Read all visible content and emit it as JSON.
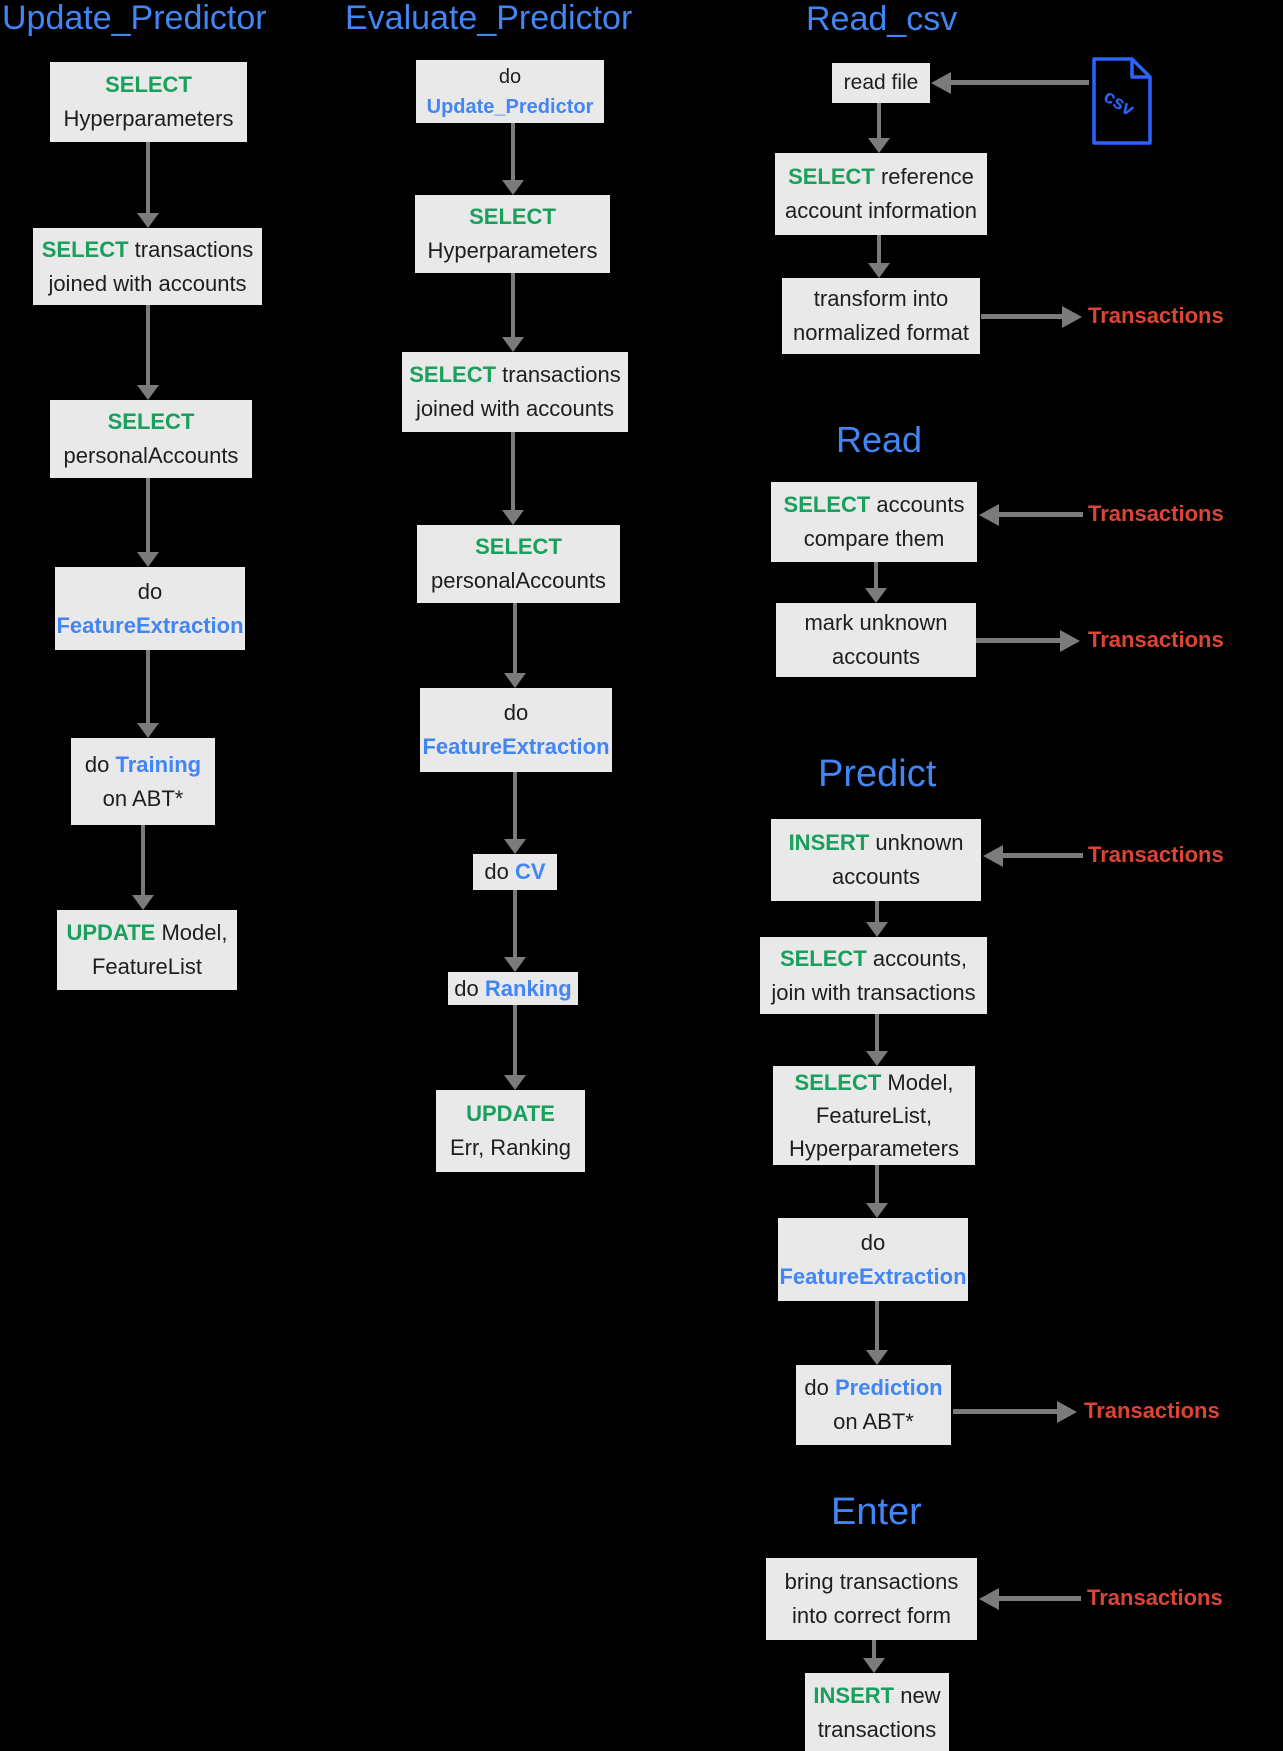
{
  "labels": {
    "transactions": "Transactions",
    "csv": "csv"
  },
  "colors": {
    "background": "#000000",
    "title_blue": "#4285f4",
    "link_blue": "#4285f4",
    "keyword_green": "#18a05c",
    "transactions_red": "#db4437",
    "box_bg": "#e9e9e9",
    "arrow_gray": "#7b7b7b",
    "csv_blue": "#2b64ff"
  },
  "update": {
    "title": "Update_Predictor",
    "b1": {
      "kw": "SELECT",
      "l2": "Hyperparameters"
    },
    "b2": {
      "kw": "SELECT",
      "l1": " transactions",
      "l2": "joined with accounts"
    },
    "b3": {
      "kw": "SELECT",
      "l2": "personalAccounts"
    },
    "b4": {
      "pre": "do",
      "link": "FeatureExtraction"
    },
    "b5": {
      "pre": "do ",
      "link": "Training",
      "l2": "on ABT*"
    },
    "b6": {
      "kw": "UPDATE",
      "l1": " Model,",
      "l2": "FeatureList"
    }
  },
  "evaluate": {
    "title": "Evaluate_Predictor",
    "b1": {
      "pre": "do",
      "link": "Update_Predictor"
    },
    "b2": {
      "kw": "SELECT",
      "l2": "Hyperparameters"
    },
    "b3": {
      "kw": "SELECT",
      "l1": " transactions",
      "l2": "joined with accounts"
    },
    "b4": {
      "kw": "SELECT",
      "l2": "personalAccounts"
    },
    "b5": {
      "pre": "do",
      "link": "FeatureExtraction"
    },
    "b6": {
      "pre": "do ",
      "link": "CV"
    },
    "b7": {
      "pre": "do ",
      "link": "Ranking"
    },
    "b8": {
      "kw": "UPDATE",
      "l2": "Err, Ranking"
    }
  },
  "read_csv": {
    "title": "Read_csv",
    "b1": {
      "l1": "read file"
    },
    "b2": {
      "kw": "SELECT",
      "l1": " reference",
      "l2": "account information"
    },
    "b3": {
      "l1": "transform into",
      "l2": "normalized format"
    }
  },
  "read": {
    "title": "Read",
    "b1": {
      "kw": "SELECT",
      "l1": " accounts",
      "l2": "compare them"
    },
    "b2": {
      "l1": "mark unknown",
      "l2": "accounts"
    }
  },
  "predict": {
    "title": "Predict",
    "b1": {
      "kw": "INSERT",
      "l1": " unknown",
      "l2": "accounts"
    },
    "b2": {
      "kw": "SELECT",
      "l1": " accounts,",
      "l2": "join with transactions"
    },
    "b3": {
      "kw": "SELECT",
      "l1": " Model,",
      "l2": "FeatureList,",
      "l3": "Hyperparameters"
    },
    "b4": {
      "pre": "do",
      "link": "FeatureExtraction"
    },
    "b5": {
      "pre": "do ",
      "link": "Prediction",
      "l2": "on ABT*"
    }
  },
  "enter": {
    "title": "Enter",
    "b1": {
      "l1": "bring transactions",
      "l2": "into correct form"
    },
    "b2": {
      "kw": "INSERT",
      "l1": " new",
      "l2": "transactions"
    }
  }
}
